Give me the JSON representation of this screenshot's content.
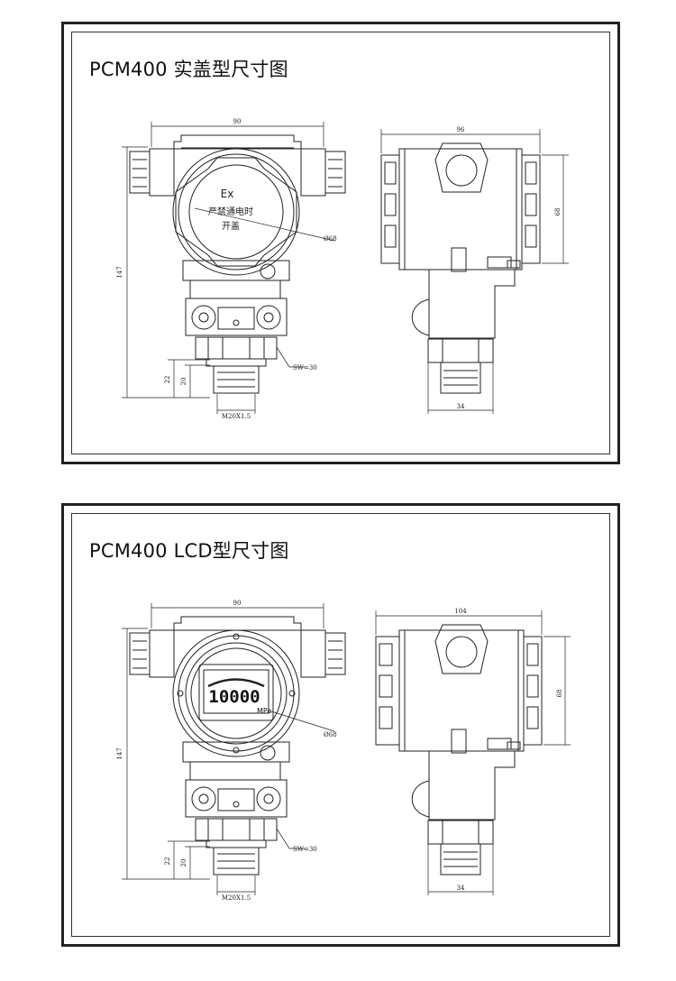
{
  "panels": [
    {
      "title": "PCM400 实盖型尺寸图",
      "front": {
        "width": "90",
        "height": "147",
        "dia": "Ø68",
        "h_outer": "22",
        "h_inner": "20",
        "sw": "SW=30",
        "thread": "M20X1.5",
        "cover_ex": "Ex",
        "cover_line1": "严禁通电时",
        "cover_line2": "开盖"
      },
      "side": {
        "width": "96",
        "height": "68",
        "bottom": "34"
      }
    },
    {
      "title": "PCM400 LCD型尺寸图",
      "front": {
        "width": "90",
        "height": "147",
        "dia": "Ø68",
        "h_outer": "22",
        "h_inner": "20",
        "sw": "SW=30",
        "thread": "M20X1.5",
        "lcd_value": "10000",
        "lcd_unit": "MPa"
      },
      "side": {
        "width": "104",
        "height": "68",
        "bottom": "34"
      }
    }
  ]
}
